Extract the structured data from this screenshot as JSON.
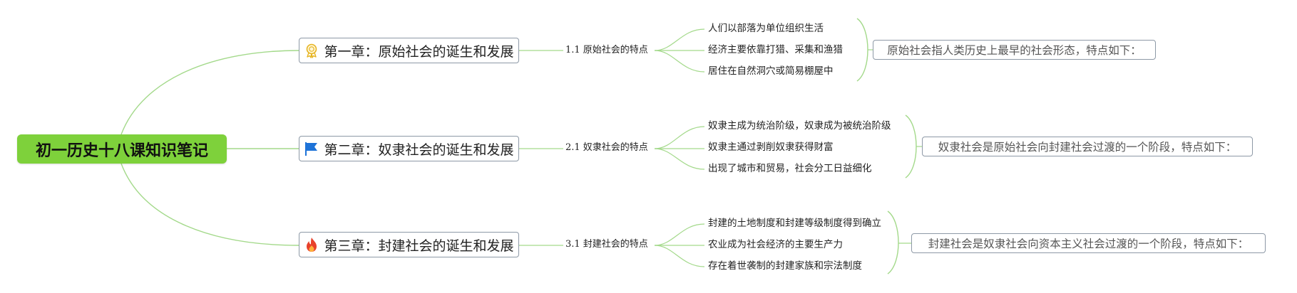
{
  "title": "初一历史十八课知识笔记",
  "colors": {
    "root_fill": "#7ed13b",
    "link": "#a3d98a",
    "node_border": "#8d99a6",
    "summary_text": "#555555"
  },
  "chapters": [
    {
      "icon": "medal-icon",
      "label": "第一章：原始社会的诞生和发展",
      "section": "1.1 原始社会的特点",
      "points": [
        "人们以部落为单位组织生活",
        "经济主要依靠打猎、采集和渔猎",
        "居住在自然洞穴或简易棚屋中"
      ],
      "summary": "原始社会指人类历史上最早的社会形态，特点如下："
    },
    {
      "icon": "flag-icon",
      "label": "第二章：奴隶社会的诞生和发展",
      "section": "2.1 奴隶社会的特点",
      "points": [
        "奴隶主成为统治阶级，奴隶成为被统治阶级",
        "奴隶主通过剥削奴隶获得财富",
        "出现了城市和贸易，社会分工日益细化"
      ],
      "summary": "奴隶社会是原始社会向封建社会过渡的一个阶段，特点如下："
    },
    {
      "icon": "fire-icon",
      "label": "第三章：封建社会的诞生和发展",
      "section": "3.1 封建社会的特点",
      "points": [
        "封建的土地制度和封建等级制度得到确立",
        "农业成为社会经济的主要生产力",
        "存在着世袭制的封建家族和宗法制度"
      ],
      "summary": "封建社会是奴隶社会向资本主义社会过渡的一个阶段，特点如下："
    }
  ]
}
